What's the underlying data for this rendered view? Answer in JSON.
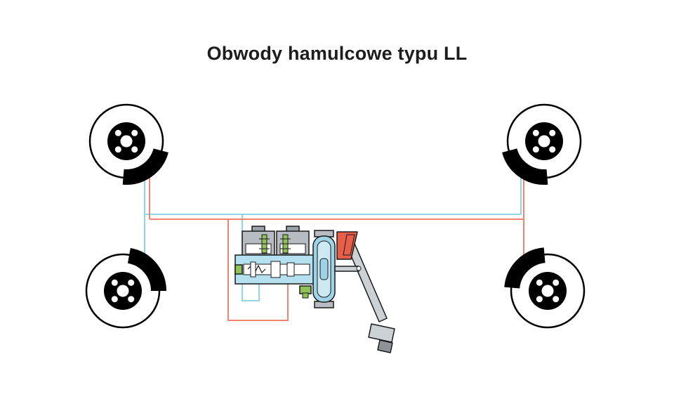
{
  "title": "Obwody hamulcowe typu LL",
  "colors": {
    "background": "#ffffff",
    "outline": "#000000",
    "wheel_fill": "#ffffff",
    "hub_fill": "#000000",
    "hole_fill": "#ffffff",
    "caliper_black": "#000000",
    "reservoir_gray": "#b6bcc1",
    "cap_gray": "#9ba2a7",
    "reservoir_window_white": "#ffffff",
    "cylinder_blue": "#b5e0ef",
    "bore_white": "#ffffff",
    "booster_blue": "#9ed2e7",
    "booster_inner_blue": "#cdeaf4",
    "bracket_red": "#e75f48",
    "pedal_gray": "#ccd1d5",
    "pedal_pad_dark": "#8d9397",
    "fitting_green": "#92c156"
  },
  "circuits": [
    {
      "id": "circuit-1",
      "color": "#f1846c"
    },
    {
      "id": "circuit-2",
      "color": "#8fd6e5"
    }
  ]
}
